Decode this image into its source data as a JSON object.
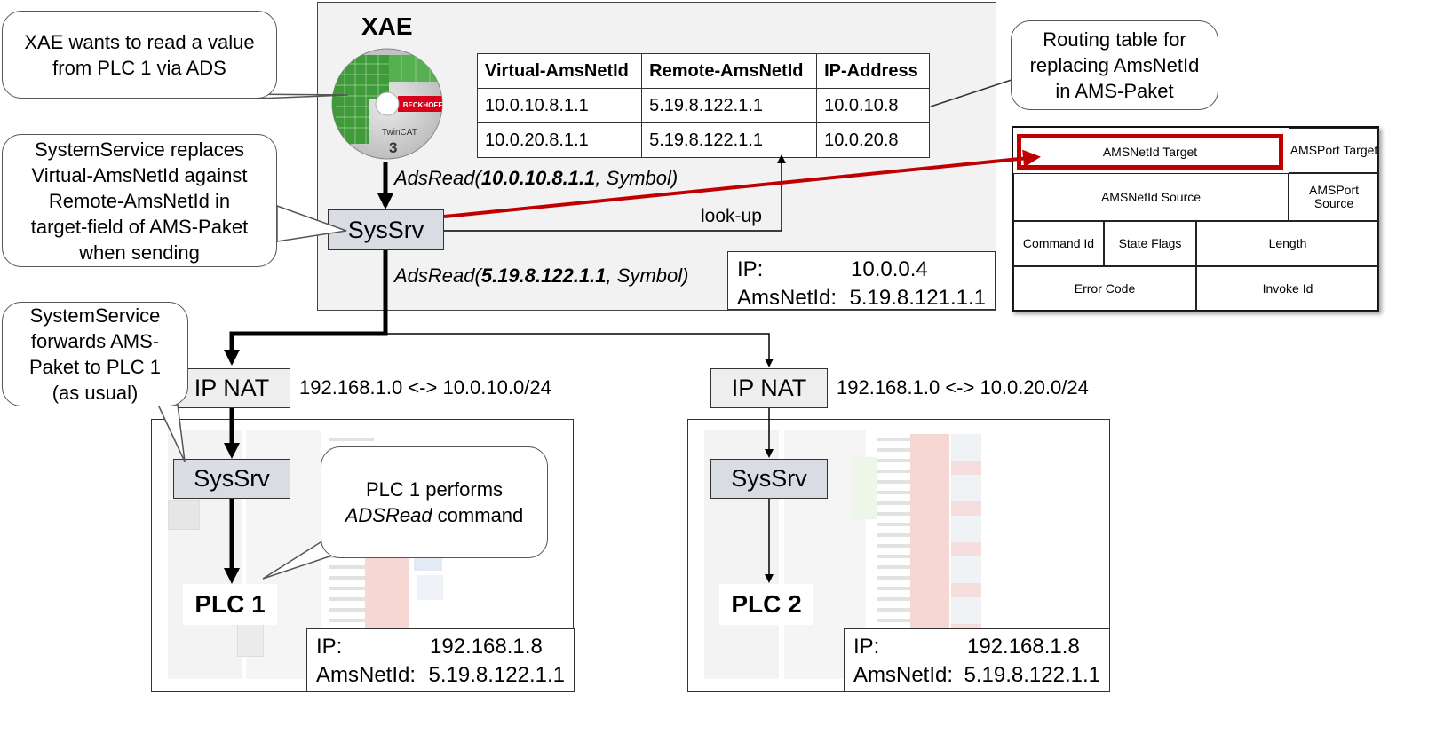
{
  "callouts": {
    "xae_read": [
      "XAE wants to read a value",
      "from PLC 1 via ADS"
    ],
    "sysservice_replaces": [
      "SystemService replaces",
      "Virtual-AmsNetId against",
      "Remote-AmsNetId in",
      "target-field of AMS-Paket",
      "when sending"
    ],
    "sysservice_forwards": [
      "SystemService",
      "forwards AMS-",
      "Paket to PLC 1",
      "(as usual)"
    ],
    "routing_table": [
      "Routing table for",
      "replacing AmsNetId",
      "in AMS-Paket"
    ],
    "plc1_performs_line1": "PLC 1 performs",
    "plc1_performs_italic": "ADSRead",
    "plc1_performs_rest": " command"
  },
  "xae": {
    "title": "XAE",
    "cd_brand": "BECKHOFF",
    "cd_product": "TwinCAT",
    "cd_version": "3",
    "sysserv_label": "SysSrv",
    "lookup_label": "look-up",
    "ads_read_1_prefix": "AdsRead(",
    "ads_read_1_id": "10.0.10.8.1.1",
    "ads_read_1_suffix": ", Symbol)",
    "ads_read_2_prefix": "AdsRead(",
    "ads_read_2_id": "5.19.8.122.1.1",
    "ads_read_2_suffix": ", Symbol)",
    "ip_label": "IP:",
    "ip_value": "10.0.0.4",
    "amsnetid_label": "AmsNetId:",
    "amsnetid_value": "5.19.8.121.1.1"
  },
  "routing_table": {
    "headers": [
      "Virtual-AmsNetId",
      "Remote-AmsNetId",
      "IP-Address"
    ],
    "rows": [
      [
        "10.0.10.8.1.1",
        "5.19.8.122.1.1",
        "10.0.10.8"
      ],
      [
        "10.0.20.8.1.1",
        "5.19.8.122.1.1",
        "10.0.20.8"
      ]
    ]
  },
  "ams_header": {
    "amsnetid_target": "AMSNetId Target",
    "amsport_target": "AMSPort Target",
    "amsnetid_source": "AMSNetId Source",
    "amsport_source": "AMSPort Source",
    "command_id": "Command Id",
    "state_flags": "State Flags",
    "length": "Length",
    "error_code": "Error Code",
    "invoke_id": "Invoke Id"
  },
  "left_branch": {
    "nat_label": "IP NAT",
    "nat_mapping": "192.168.1.0 <-> 10.0.10.0/24",
    "sysserv_label": "SysSrv",
    "plc_label": "PLC 1",
    "ip_label": "IP:",
    "ip_value": "192.168.1.8",
    "amsnetid_label": "AmsNetId:",
    "amsnetid_value": "5.19.8.122.1.1"
  },
  "right_branch": {
    "nat_label": "IP NAT",
    "nat_mapping": "192.168.1.0 <-> 10.0.20.0/24",
    "sysserv_label": "SysSrv",
    "plc_label": "PLC 2",
    "ip_label": "IP:",
    "ip_value": "192.168.1.8",
    "amsnetid_label": "AmsNetId:",
    "amsnetid_value": "5.19.8.122.1.1"
  },
  "colors": {
    "highlight_red": "#c00000",
    "panel_gray": "#f2f2f2",
    "sysserv_fill": "#d9dde3",
    "cd_green": "#3f9a3a"
  }
}
